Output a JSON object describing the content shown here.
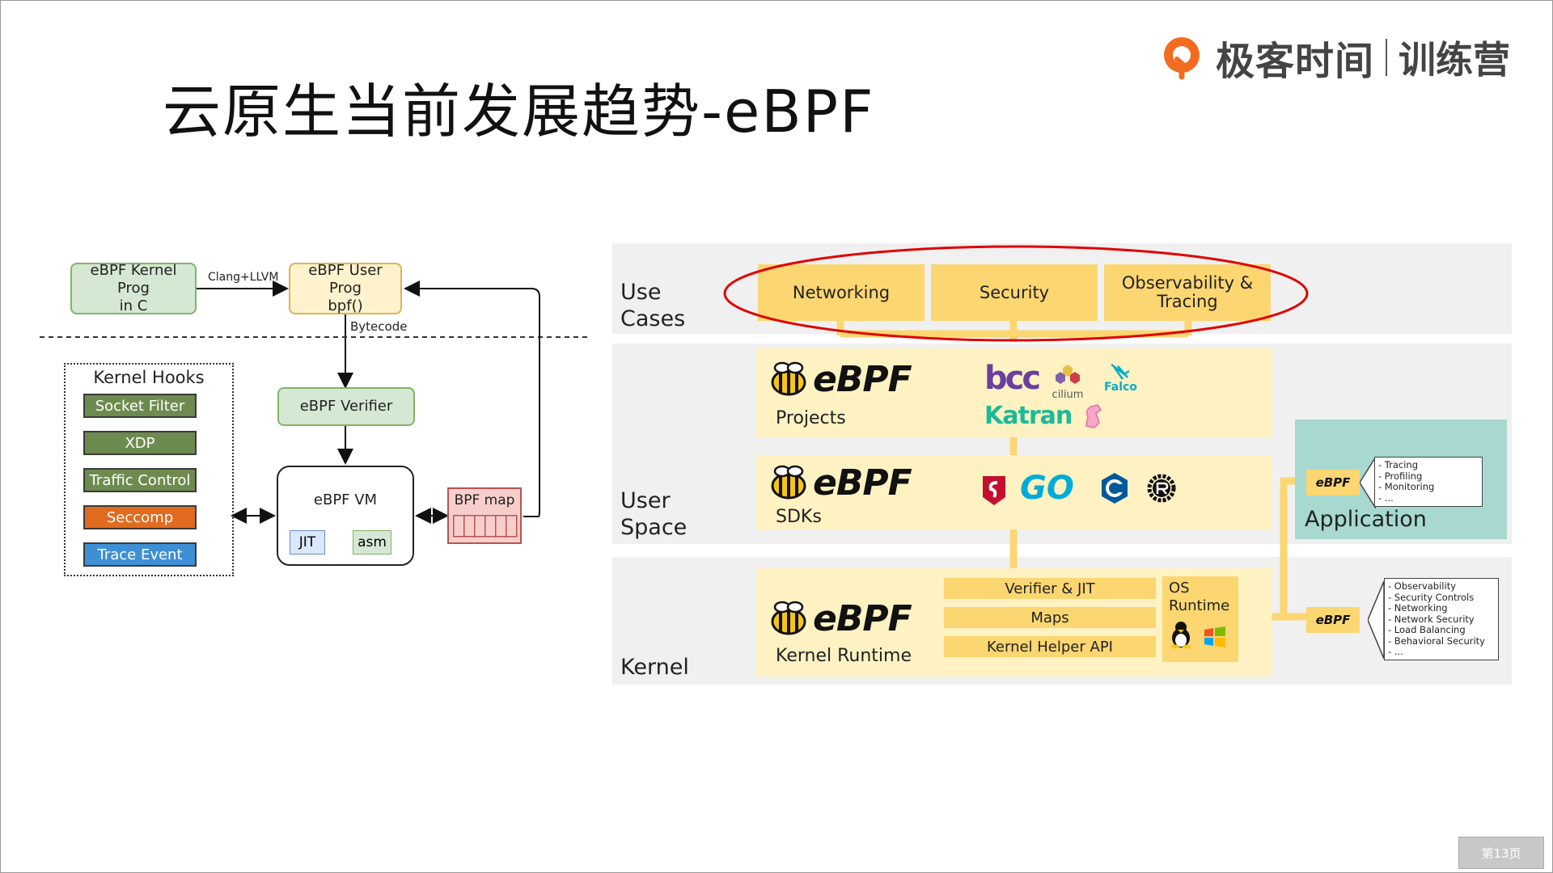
{
  "slide": {
    "title": "云原生当前发展趋势-eBPF",
    "brand": {
      "name": "极客时间",
      "sub": "训练营"
    },
    "page_indicator": "第13页"
  },
  "left_diagram": {
    "kernel_prog": "eBPF Kernel Prog\nin C",
    "compile_label": "Clang+LLVM",
    "user_prog": "eBPF User Prog\nbpf()",
    "bytecode_label": "Bytecode",
    "verifier": "eBPF Verifier",
    "vm": "eBPF VM",
    "jit": "JIT",
    "asm": "asm",
    "bpf_map": "BPF map",
    "hooks_title": "Kernel Hooks",
    "hooks": [
      {
        "label": "Socket Filter",
        "color": "#6d8b4e"
      },
      {
        "label": "XDP",
        "color": "#6d8b4e"
      },
      {
        "label": "Traffic Control",
        "color": "#6d8b4e"
      },
      {
        "label": "Seccomp",
        "color": "#e06b1f"
      },
      {
        "label": "Trace Event",
        "color": "#3d8fd6"
      }
    ]
  },
  "right_diagram": {
    "use_cases_label": "Use\nCases",
    "use_cases": [
      "Networking",
      "Security",
      "Observability &\nTracing"
    ],
    "user_space_label": "User\nSpace",
    "kernel_label": "Kernel",
    "ebpf_word": "eBPF",
    "projects_label": "Projects",
    "project_logos": [
      "bcc",
      "cilium",
      "Falco",
      "Katran"
    ],
    "sdks_label": "SDKs",
    "sdk_logos": [
      "GO"
    ],
    "kernel_runtime_label": "Kernel Runtime",
    "kernel_rows": [
      "Verifier & JIT",
      "Maps",
      "Kernel Helper API"
    ],
    "os_runtime": "OS\nRuntime",
    "application_label": "Application",
    "app_list": [
      "- Tracing",
      "- Profiling",
      "- Monitoring",
      "- ..."
    ],
    "kernel_list": [
      "- Observability",
      "- Security Controls",
      "- Networking",
      "- Network Security",
      "- Load Balancing",
      "- Behavioral Security",
      "- ..."
    ],
    "colors": {
      "accent": "#fbd671",
      "panel": "#fef2c2",
      "app": "#a7d9d1",
      "highlight": "#e00000"
    }
  }
}
